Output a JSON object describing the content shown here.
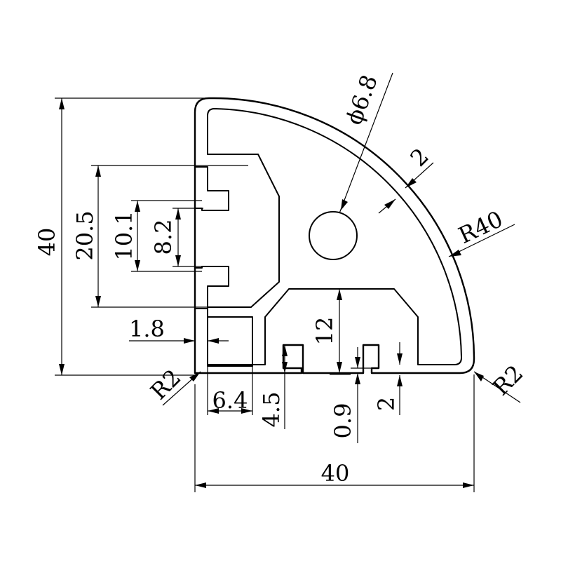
{
  "drawing": {
    "colors": {
      "line": "#000000",
      "background": "#ffffff"
    },
    "dimensions": {
      "height": "40",
      "width": "40",
      "slot_span": "20.5",
      "slot_opening": "10.1",
      "slot_neck": "8.2",
      "left_wall": "1.8",
      "pocket_width": "6.4",
      "lip_depth": "4.5",
      "channel_depth": "12",
      "lip_gap": "0.9",
      "bottom_wall": "2",
      "arc_wall": "2",
      "bore_diameter": "ϕ6.8",
      "outer_radius": "R40",
      "corner_radius_left": "R2",
      "corner_radius_right": "R2"
    }
  }
}
